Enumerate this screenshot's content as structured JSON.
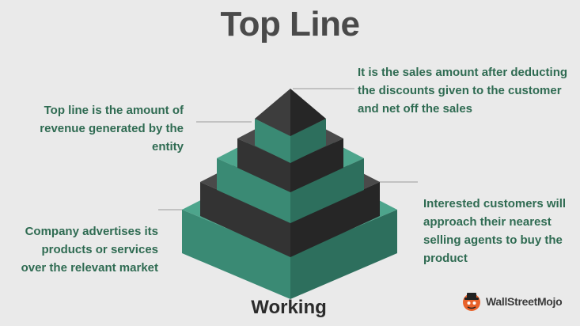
{
  "title": "Top Line",
  "notes": {
    "top_right": "It is the sales amount after deducting the discounts given to the customer and net off the sales",
    "top_left": "Top line is the amount of revenue generated by the entity",
    "mid_right": "Interested customers will approach their nearest selling agents to buy the product",
    "bottom_left": "Company advertises its products or services over the relevant market"
  },
  "footer_label": "Working",
  "brand": {
    "name": "WallStreetMojo"
  },
  "colors": {
    "teal_top": "#4da58c",
    "teal_front": "#3a8a74",
    "teal_side": "#2d6f5d",
    "dark_top": "#4a4a4a",
    "dark_front": "#333333",
    "dark_side": "#262626",
    "text_green": "#2f6b52"
  }
}
